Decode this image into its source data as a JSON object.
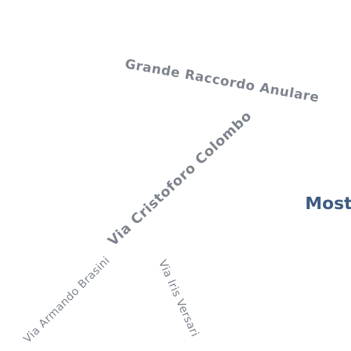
{
  "map": {
    "background_color": "#ffffff",
    "road_label_color": "#7e848e",
    "place_label_color": "#3e5b80",
    "road_labels": [
      {
        "text": "Grande Raccordo Anulare"
      },
      {
        "text": "Via Cristoforo Colombo"
      },
      {
        "text": "Via Armando Brasini"
      },
      {
        "text": "Via Iris Versari"
      }
    ],
    "place_labels": [
      {
        "text": "Most"
      }
    ]
  }
}
